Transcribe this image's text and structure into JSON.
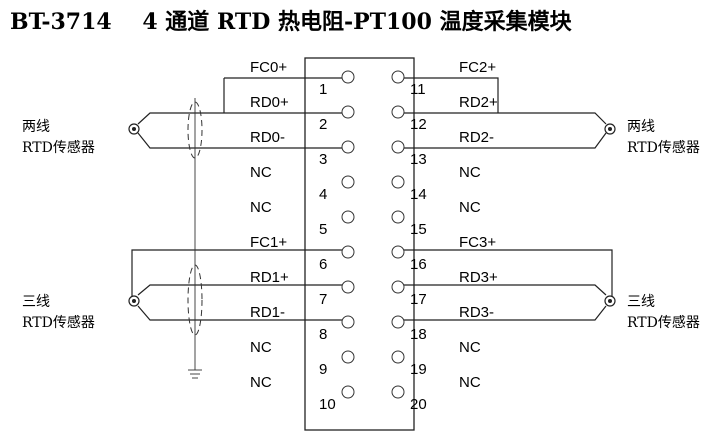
{
  "title": "BT-3714    4 通道 RTD 热电阻-PT100 温度采集模块",
  "left_pins": [
    {
      "num": "1",
      "label": "FC0+"
    },
    {
      "num": "2",
      "label": "RD0+"
    },
    {
      "num": "3",
      "label": "RD0-"
    },
    {
      "num": "4",
      "label": "NC"
    },
    {
      "num": "5",
      "label": "NC"
    },
    {
      "num": "6",
      "label": "FC1+"
    },
    {
      "num": "7",
      "label": "RD1+"
    },
    {
      "num": "8",
      "label": "RD1-"
    },
    {
      "num": "9",
      "label": "NC"
    },
    {
      "num": "10",
      "label": "NC"
    }
  ],
  "right_pins": [
    {
      "num": "11",
      "label": "FC2+"
    },
    {
      "num": "12",
      "label": "RD2+"
    },
    {
      "num": "13",
      "label": "RD2-"
    },
    {
      "num": "14",
      "label": "NC"
    },
    {
      "num": "15",
      "label": "NC"
    },
    {
      "num": "16",
      "label": "FC3+"
    },
    {
      "num": "17",
      "label": "RD3+"
    },
    {
      "num": "18",
      "label": "RD3-"
    },
    {
      "num": "19",
      "label": "NC"
    },
    {
      "num": "20",
      "label": "NC"
    }
  ],
  "sensors": {
    "top_left": {
      "line1": "两线",
      "line2": "RTD传感器"
    },
    "top_right": {
      "line1": "两线",
      "line2": "RTD传感器"
    },
    "bottom_left": {
      "line1": "三线",
      "line2": "RTD传感器"
    },
    "bottom_right": {
      "line1": "三线",
      "line2": "RTD传感器"
    }
  }
}
